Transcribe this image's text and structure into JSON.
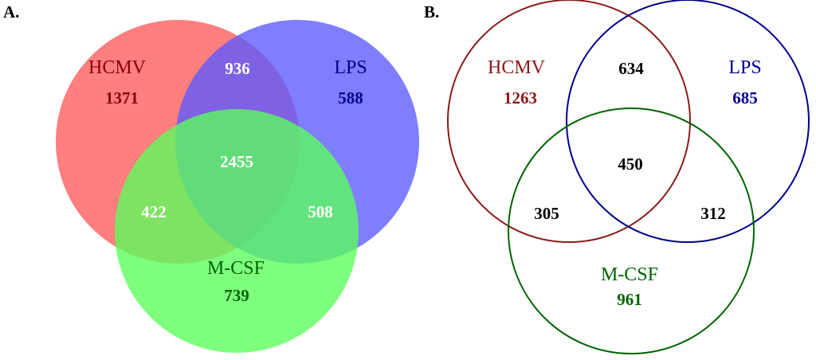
{
  "panel_a": {
    "label": "A.",
    "sets": [
      {
        "name": "HCMV",
        "unique": "1371",
        "color": "#ff5a5a",
        "label_color": "#8b0000"
      },
      {
        "name": "LPS",
        "unique": "588",
        "color": "#5a5aff",
        "label_color": "#00008b"
      },
      {
        "name": "M-CSF",
        "unique": "739",
        "color": "#5aff5a",
        "label_color": "#006400"
      }
    ],
    "intersections": {
      "hcmv_lps": "936",
      "hcmv_mcsf": "422",
      "lps_mcsf": "508",
      "all": "2455"
    },
    "fill_opacity": 0.78,
    "intersection_text_color": "#ffffff"
  },
  "panel_b": {
    "label": "B.",
    "sets": [
      {
        "name": "HCMV",
        "unique": "1263",
        "color": "#8b1a1a"
      },
      {
        "name": "LPS",
        "unique": "685",
        "color": "#00008b"
      },
      {
        "name": "M-CSF",
        "unique": "961",
        "color": "#006400"
      }
    ],
    "intersections": {
      "hcmv_lps": "634",
      "hcmv_mcsf": "305",
      "lps_mcsf": "312",
      "all": "450"
    },
    "intersection_text_color": "#000000"
  }
}
